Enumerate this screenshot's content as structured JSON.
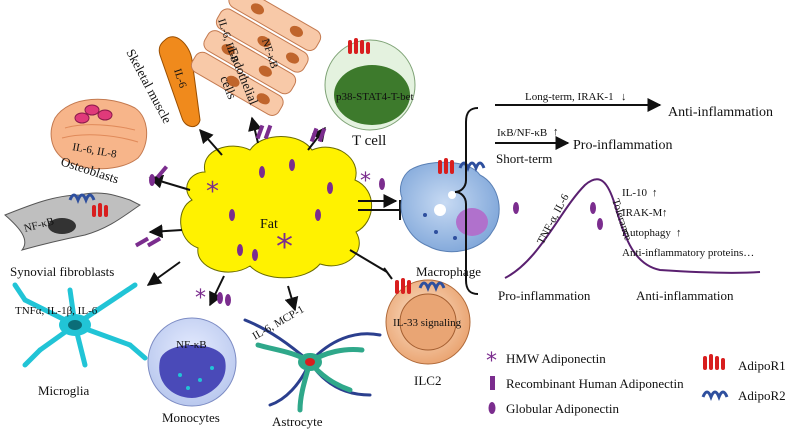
{
  "center": {
    "label": "Fat"
  },
  "cells": {
    "skeletal_muscle": {
      "label": "Skeletal muscle",
      "inner": "IL-6"
    },
    "endothelial": {
      "label_line1": "Endothelial",
      "label_line2": "cells",
      "inner1": "IL-6, IL-8",
      "inner2": "NF-κB"
    },
    "t_cell": {
      "label": "T cell",
      "inner": "p38-STAT4-T-bet"
    },
    "osteoblasts": {
      "label": "Osteoblasts",
      "inner": "IL-6, IL-8"
    },
    "synovial": {
      "label": "Synovial fibroblasts",
      "inner": "NF-κB"
    },
    "macrophage": {
      "label": "Macrophage"
    },
    "ilc2": {
      "label": "ILC2",
      "inner": "IL-33 signaling"
    },
    "microglia": {
      "label": "Microglia",
      "inner": "TNFα, IL-1β, IL-6"
    },
    "monocytes": {
      "label": "Monocytes",
      "inner": "NF-κB"
    },
    "astrocyte": {
      "label": "Astrocyte",
      "inner": "IL-6, MCP-1"
    }
  },
  "right_panel": {
    "long_term": "Long-term, IRAK-1",
    "anti_inflammation_top": "Anti-inflammation",
    "ikb_nfkb": "IκB/NF-κB",
    "pro_inflammation_top": "Pro-inflammation",
    "short_term": "Short-term",
    "tnf_il6": "TNF-α, IL-6",
    "tolerance": "Tolerance",
    "il10": "IL-10",
    "irak_m": "IRAK-M",
    "autophagy": "Autophagy",
    "anti_proteins": "Anti-inflammatory proteins…",
    "pro_inflammation_bottom": "Pro-inflammation",
    "anti_inflammation_bottom": "Anti-inflammation"
  },
  "legend": {
    "hmw": "HMW Adiponectin",
    "recombinant": "Recombinant Human Adiponectin",
    "globular": "Globular Adiponectin",
    "adipor1": "AdipoR1",
    "adipor2": "AdipoR2"
  },
  "colors": {
    "adiponectin": "#7b2d8e",
    "fat": "#fff200",
    "adipor1": "#d81e1e",
    "adipor2": "#2e4f9e",
    "muscle": "#f08a1c",
    "endothelial": "#f8c9a8",
    "tcell": "#3d7a2c",
    "osteoblast": "#f7b58a",
    "synovial": "#bfbfbf",
    "macrophage": "#8fb3e0",
    "ilc2": "#f2b98c",
    "microglia": "#21c4d6",
    "monocyte": "#4a4ab8",
    "astrocyte": "#2fa88a"
  }
}
